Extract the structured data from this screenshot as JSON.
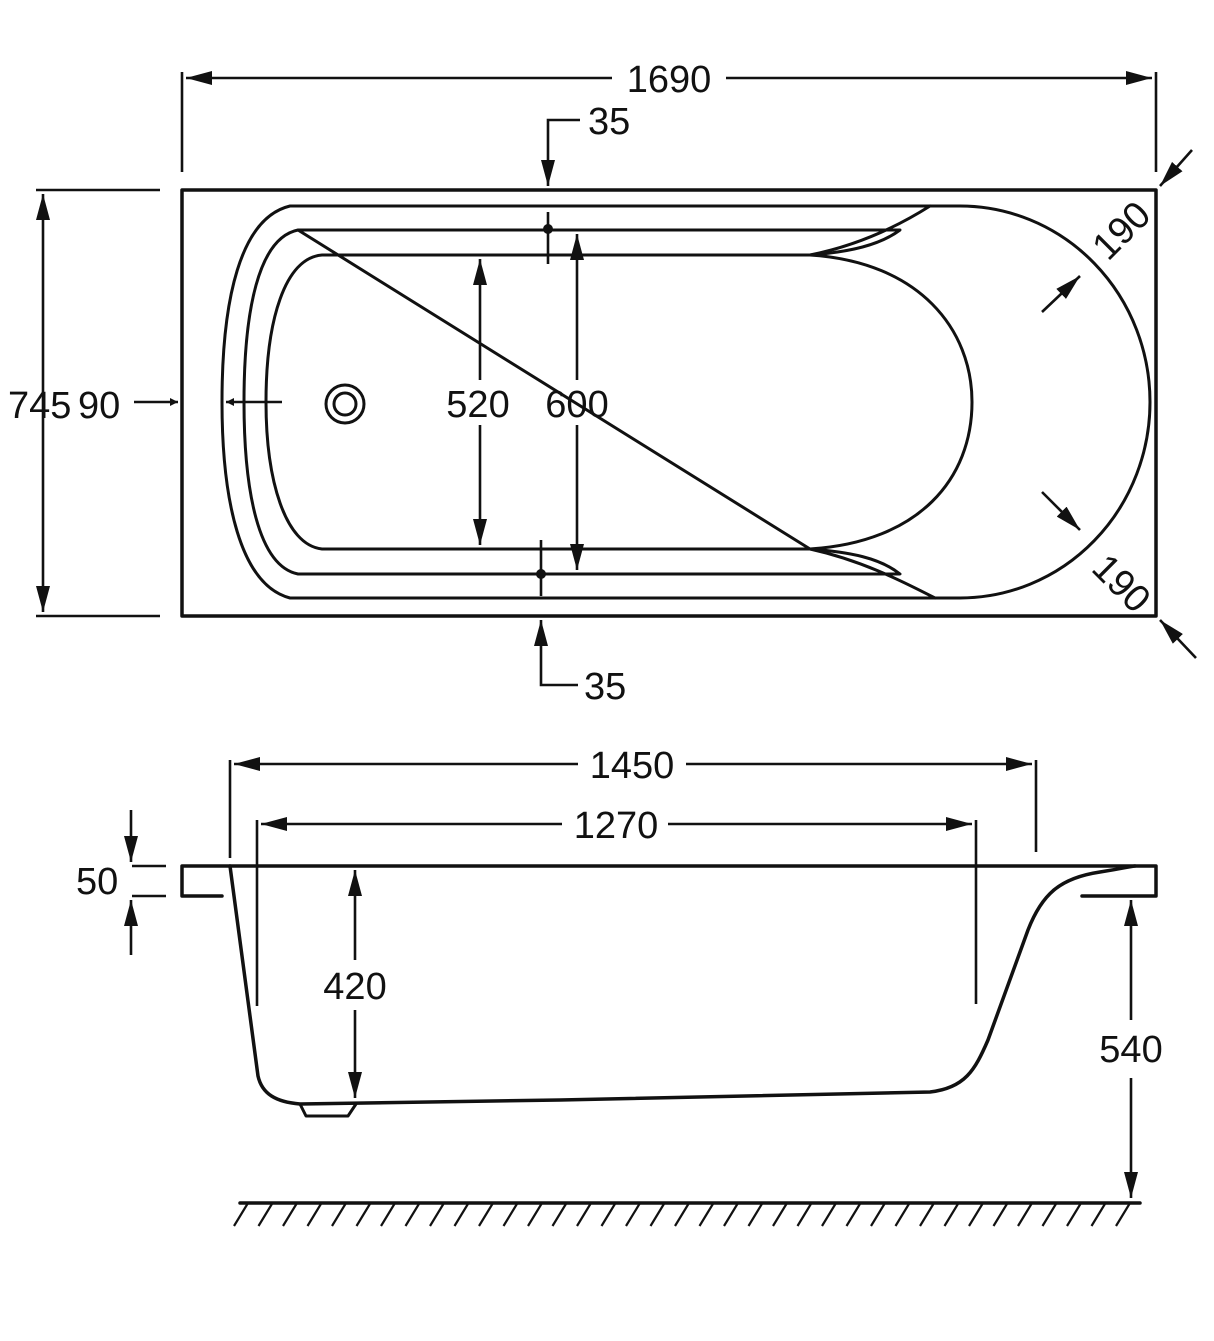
{
  "top_view": {
    "overall_length": "1690",
    "overall_width": "745",
    "offset_top": "35",
    "offset_bottom": "35",
    "inner_width": "520",
    "rim_width": "600",
    "drain_offset": "90",
    "radius_top": "190",
    "radius_bottom": "190"
  },
  "side_view": {
    "length_1": "1450",
    "length_2": "1270",
    "rim_thickness": "50",
    "depth": "420",
    "total_height": "540"
  },
  "colors": {
    "line": "#111111",
    "background": "#ffffff"
  }
}
